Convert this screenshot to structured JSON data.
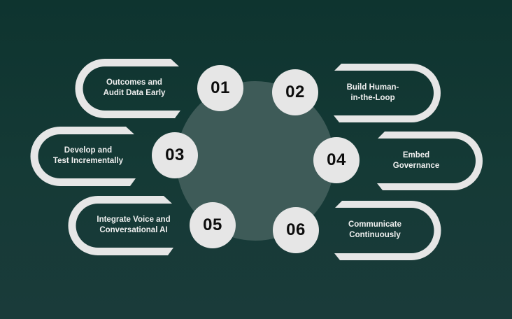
{
  "diagram": {
    "colors": {
      "background_top": "#0e342f",
      "background_bottom": "#1a3b3a",
      "center_circle": "#3e5b58",
      "pill_stroke": "#e6e6e6",
      "badge_fill": "#e6e6e6",
      "badge_text": "#0d0d0d",
      "label_text": "#f0f0f0"
    },
    "steps": [
      {
        "number": "01",
        "line1": "Outcomes and",
        "line2": "Audit Data Early",
        "side": "left"
      },
      {
        "number": "02",
        "line1": "Build Human-",
        "line2": "in-the-Loop",
        "side": "right"
      },
      {
        "number": "03",
        "line1": "Develop and",
        "line2": "Test Incrementally",
        "side": "left"
      },
      {
        "number": "04",
        "line1": "Embed",
        "line2": "Governance",
        "side": "right"
      },
      {
        "number": "05",
        "line1": "Integrate Voice and",
        "line2": "Conversational AI",
        "side": "left"
      },
      {
        "number": "06",
        "line1": "Communicate",
        "line2": "Continuously",
        "side": "right"
      }
    ]
  }
}
